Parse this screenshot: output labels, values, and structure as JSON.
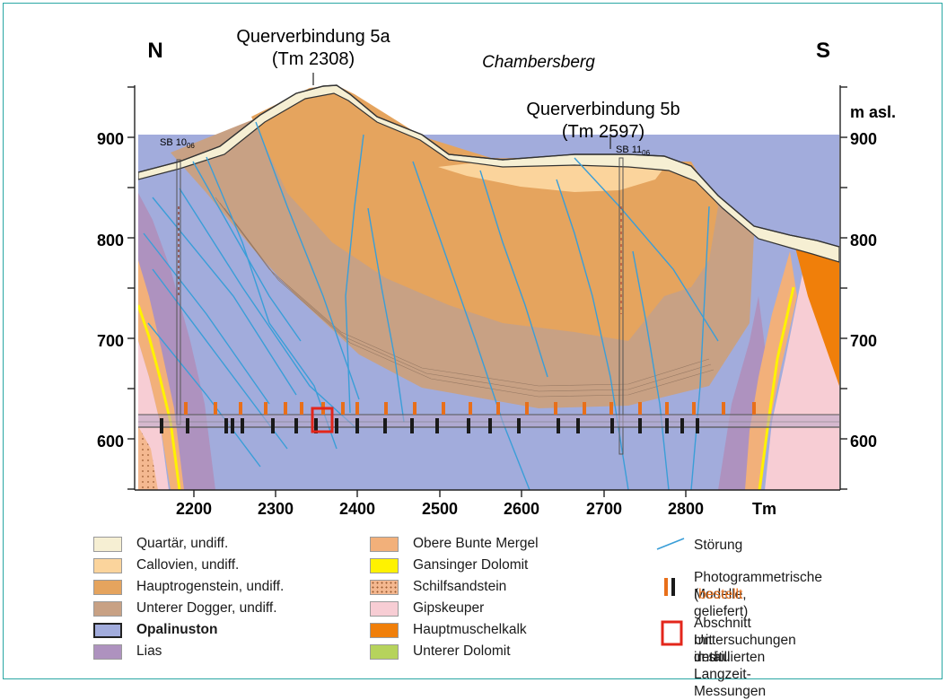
{
  "labels": {
    "north": "N",
    "south": "S",
    "place": "Chambersberg",
    "qv5a_line1": "Querverbindung 5a",
    "qv5a_line2": "(Tm 2308)",
    "qv5b_line1": "Querverbindung 5b",
    "qv5b_line2": "(Tm 2597)",
    "sb10": "SB 10",
    "sb10_sub": "06",
    "sb11": "SB 11",
    "sb11_sub": "06",
    "unit_right": "m asl.",
    "unit_bottom": "Tm"
  },
  "axes": {
    "elevation_ticks": [
      "900",
      "800",
      "700",
      "600"
    ],
    "tm_ticks": [
      "2200",
      "2300",
      "2400",
      "2500",
      "2600",
      "2700",
      "2800"
    ]
  },
  "colors": {
    "quartaer": "#f6efd3",
    "callovien": "#fbd49c",
    "hauptrogenstein": "#e5a45e",
    "unterer_dogger": "#c8a184",
    "opalinuston": "#a2acdc",
    "lias": "#ae92bf",
    "obere_bunte_mergel": "#f2b07a",
    "gansinger_dolomit": "#fff200",
    "schilfsandstein": "#f4b890",
    "gipskeuper": "#f7cdd4",
    "hauptmuschelkalk": "#f07f0a",
    "unterer_dolomit": "#b6d35c",
    "stoerung": "#3a9ed8",
    "bestellt": "#e86f1a",
    "geliefert": "#1a1a1a",
    "abschnitt": "#e3261b"
  },
  "legend": {
    "col1": [
      {
        "label": "Quartär, undiff.",
        "color_key": "quartaer",
        "bold": false
      },
      {
        "label": "Callovien, undiff.",
        "color_key": "callovien",
        "bold": false
      },
      {
        "label": "Hauptrogenstein, undiff.",
        "color_key": "hauptrogenstein",
        "bold": false
      },
      {
        "label": "Unterer Dogger, undiff.",
        "color_key": "unterer_dogger",
        "bold": false
      },
      {
        "label": "Opalinuston",
        "color_key": "opalinuston",
        "bold": true
      },
      {
        "label": "Lias",
        "color_key": "lias",
        "bold": false
      }
    ],
    "col2": [
      {
        "label": "Obere Bunte Mergel",
        "color_key": "obere_bunte_mergel",
        "bold": false
      },
      {
        "label": "Gansinger Dolomit",
        "color_key": "gansinger_dolomit",
        "bold": false
      },
      {
        "label": "Schilfsandstein",
        "color_key": "schilfsandstein",
        "bold": false
      },
      {
        "label": "Gipskeuper",
        "color_key": "gipskeuper",
        "bold": false
      },
      {
        "label": "Hauptmuschelkalk",
        "color_key": "hauptmuschelkalk",
        "bold": false
      },
      {
        "label": "Unterer Dolomit",
        "color_key": "unterer_dolomit",
        "bold": false
      }
    ],
    "stoerung": "Störung",
    "photo_line1": "Photogrammetrische Modelle",
    "photo_open": "(",
    "photo_bestellt": "bestellt",
    "photo_rest": ", geliefert)",
    "abschnitt_line1": "Abschnitt mit detaillierten",
    "abschnitt_line2": "Untersuchungen und",
    "abschnitt_line3": "in situ Langzeit-Messungen"
  }
}
